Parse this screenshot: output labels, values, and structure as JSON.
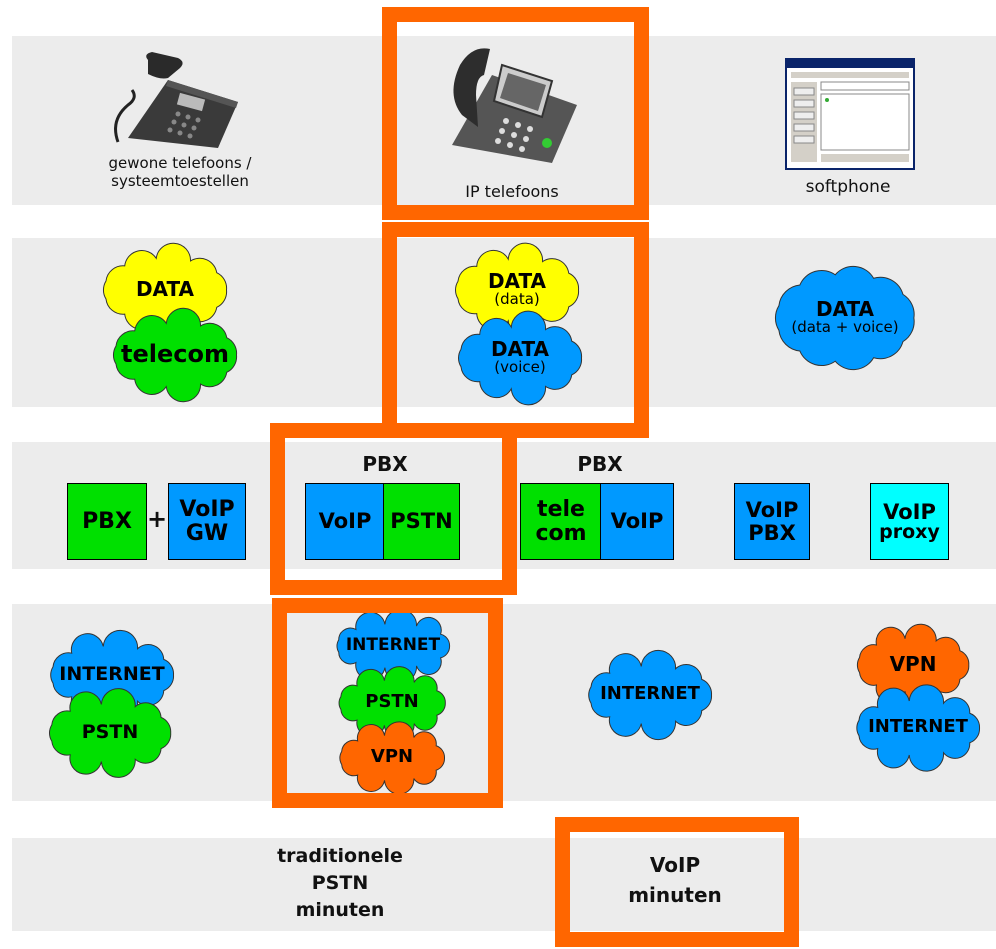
{
  "colors": {
    "band": "#ececec",
    "highlight": "#ff6600",
    "data_yellow": "#ffff00",
    "telecom_green": "#00e000",
    "voip_blue": "#0099ff",
    "proxy_cyan": "#00ffff",
    "vpn_orange": "#ff6600"
  },
  "row1": {
    "phone_label_1": "gewone telefoons /",
    "phone_label_2": "systeemtoestellen",
    "ip_label": "IP telefoons",
    "softphone_label": "softphone"
  },
  "row2": {
    "c1_data": "DATA",
    "c1_telecom": "telecom",
    "c2_data": "DATA",
    "c2_data_sub": "(data)",
    "c2_voice": "DATA",
    "c2_voice_sub": "(voice)",
    "c3_data": "DATA",
    "c3_sub": "(data + voice)"
  },
  "row3": {
    "pbx": "PBX",
    "plus": "+",
    "voip_gw_1": "VoIP",
    "voip_gw_2": "GW",
    "pbx_title_a": "PBX",
    "voip": "VoIP",
    "pstn": "PSTN",
    "pbx_title_b": "PBX",
    "tele": "tele",
    "com": "com",
    "voip_b": "VoIP",
    "voip_pbx_1": "VoIP",
    "voip_pbx_2": "PBX",
    "voip_proxy_1": "VoIP",
    "voip_proxy_2": "proxy"
  },
  "row4": {
    "c1_internet": "INTERNET",
    "c1_pstn": "PSTN",
    "c2_internet": "INTERNET",
    "c2_pstn": "PSTN",
    "c2_vpn": "VPN",
    "c3_internet": "INTERNET",
    "c4_vpn": "VPN",
    "c4_internet": "INTERNET"
  },
  "row5": {
    "trad_1": "traditionele",
    "trad_2": "PSTN",
    "trad_3": "minuten",
    "voip_1": "VoIP",
    "voip_2": "minuten"
  },
  "icons": {
    "desk_phone": "desk-phone-icon",
    "ip_phone": "ip-phone-icon",
    "softphone": "softphone-window-icon"
  }
}
